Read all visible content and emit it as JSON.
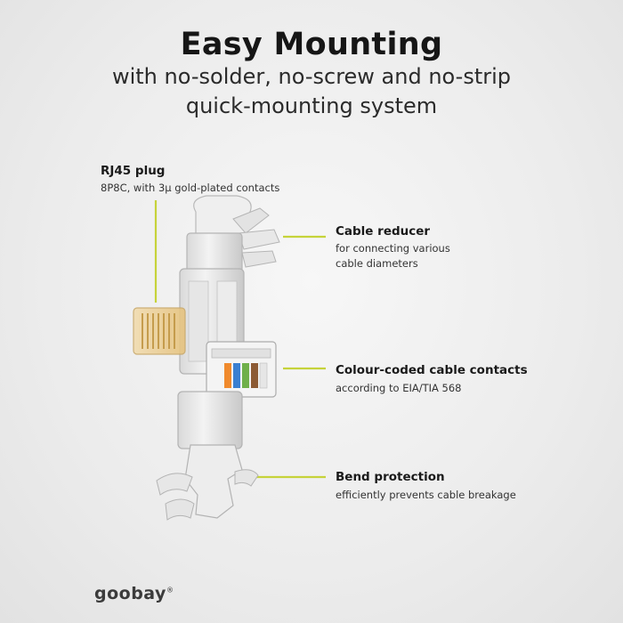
{
  "heading": {
    "title": "Easy Mounting",
    "subtitle_line1": "with no-solder, no-screw and no-strip",
    "subtitle_line2": "quick-mounting system"
  },
  "callouts": [
    {
      "title": "RJ45 plug",
      "desc1": "8P8C, with 3µ gold-plated contacts"
    },
    {
      "title": "Cable reducer",
      "desc1": "for connecting various",
      "desc2": "cable diameters"
    },
    {
      "title": "Colour-coded cable contacts",
      "desc1": "according to EIA/TIA 568"
    },
    {
      "title": "Bend protection",
      "desc1": "efficiently prevents cable breakage"
    }
  ],
  "brand": {
    "name": "goobay",
    "registered": "®"
  },
  "colors": {
    "accent_line": "#c6d33a",
    "logo_dot": "#c6d33a",
    "plug_gold": "#e8c98a"
  }
}
